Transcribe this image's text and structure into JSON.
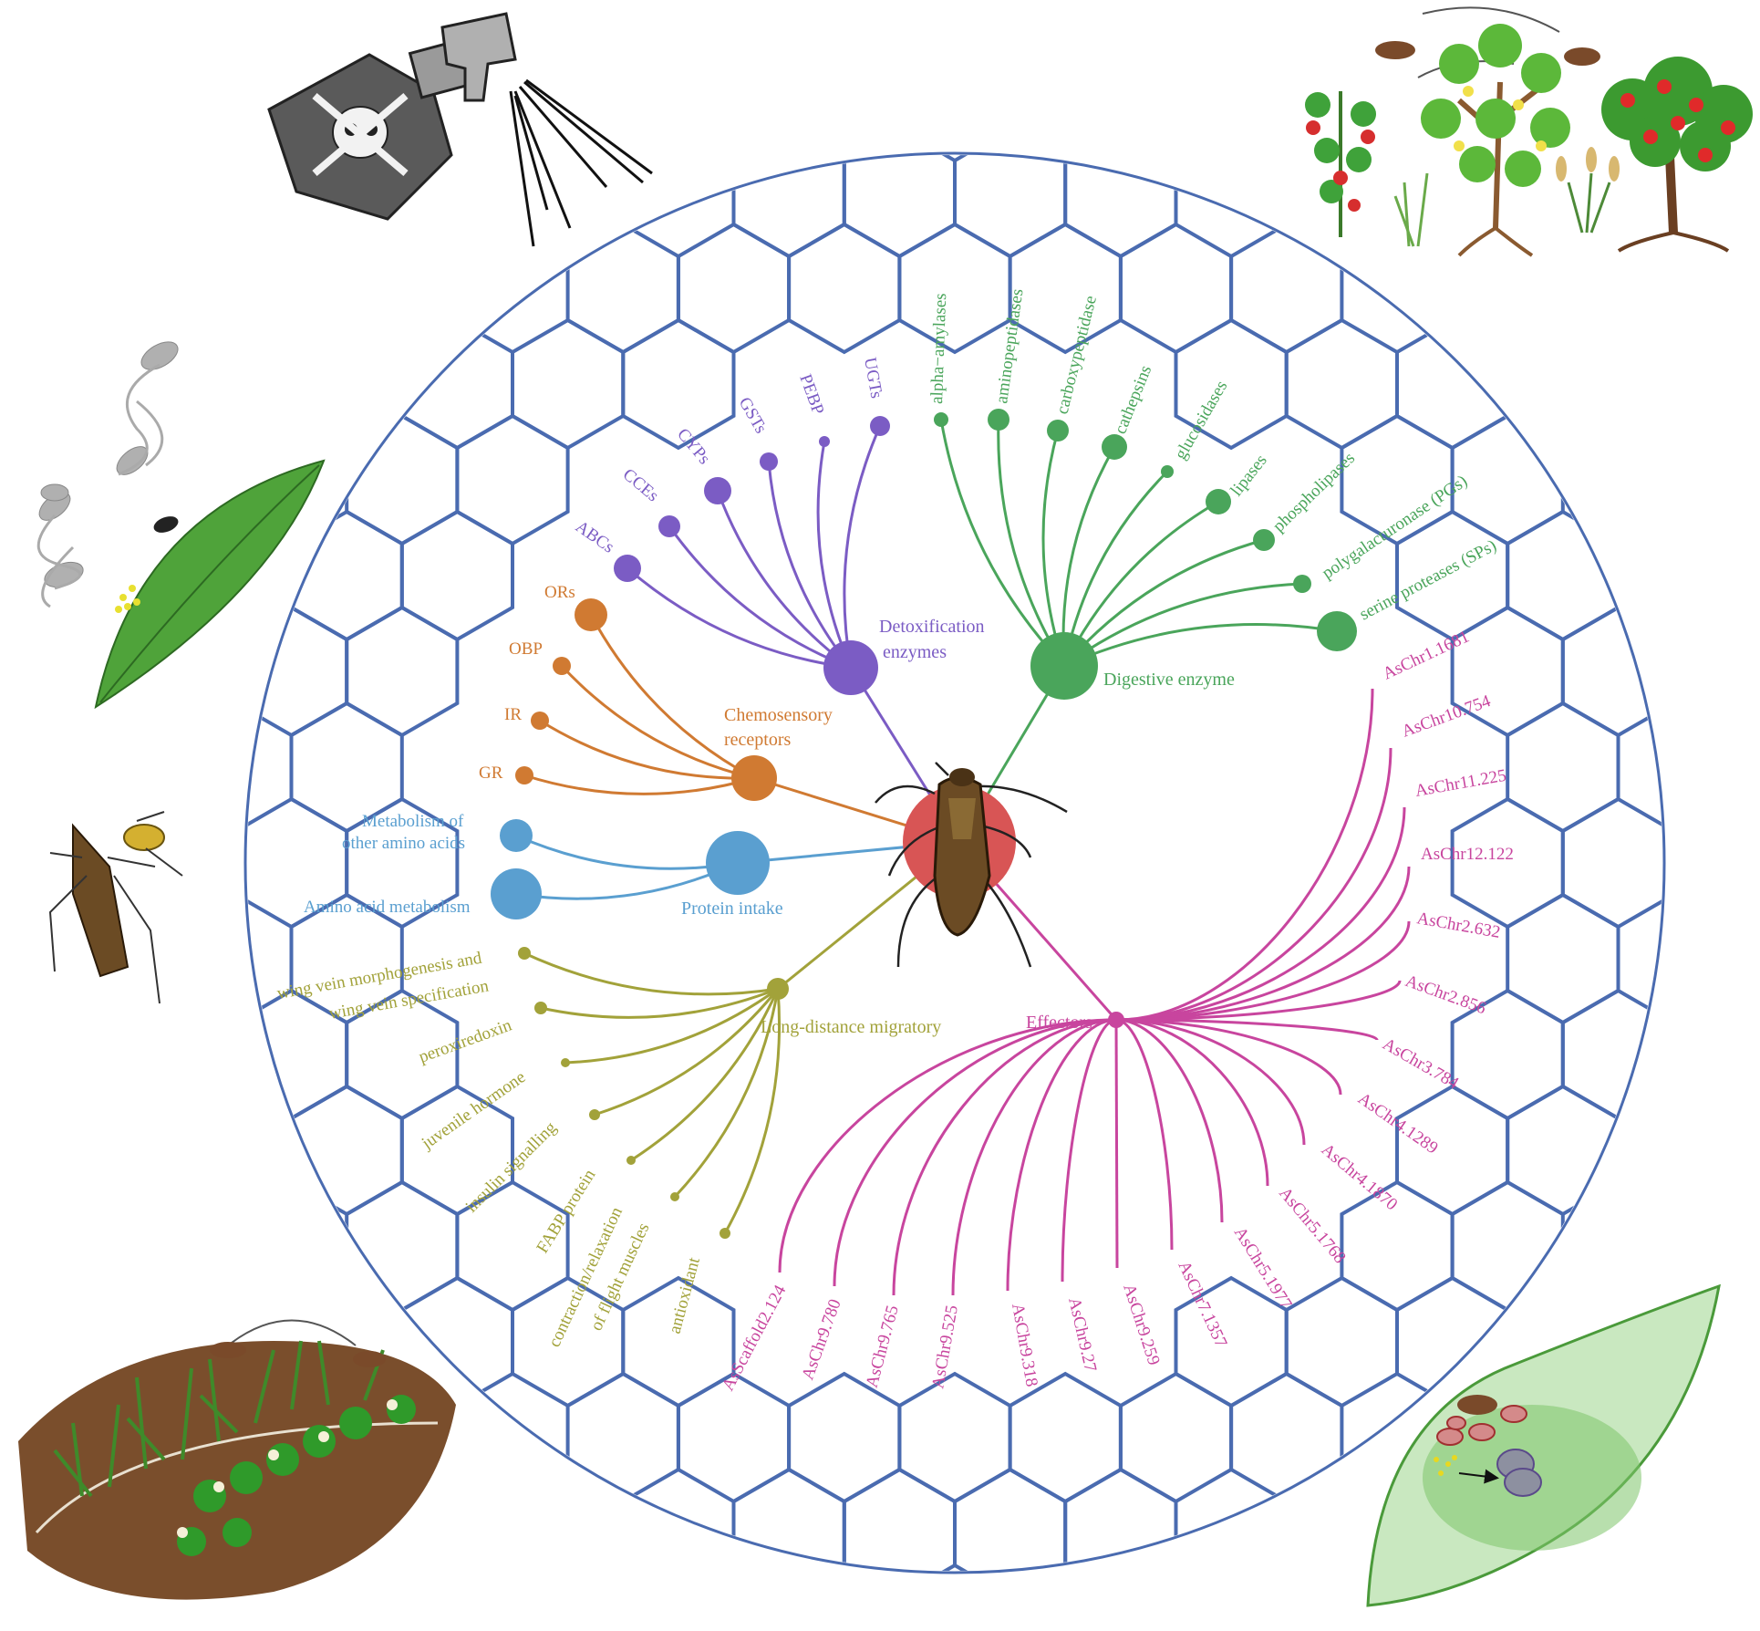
{
  "colors": {
    "ring": "#4a6bb0",
    "detox": "#7b5cc4",
    "digest": "#4aa55b",
    "chemo": "#d07a32",
    "protein": "#5a9fd0",
    "migratory": "#a2a23a",
    "effectors": "#c8459e",
    "center": "#d85555"
  },
  "hubs": {
    "detox": {
      "label_line1": "Detoxification",
      "label_line2": "enzymes"
    },
    "digest": {
      "label": "Digestive enzyme"
    },
    "chemo": {
      "label_line1": "Chemosensory",
      "label_line2": "receptors"
    },
    "protein": {
      "label": "Protein intake"
    },
    "migratory": {
      "label": "Long-distance migratory"
    },
    "effectors": {
      "label": "Effectors"
    }
  },
  "branches": {
    "detox": [
      {
        "label": "ABCs"
      },
      {
        "label": "CCEs"
      },
      {
        "label": "CYPs"
      },
      {
        "label": "GSTs"
      },
      {
        "label": "PEBP"
      },
      {
        "label": "UGTs"
      }
    ],
    "digest": [
      {
        "label": "alpha−amylases"
      },
      {
        "label": "aminopeptidases"
      },
      {
        "label": "carboxypeptidase"
      },
      {
        "label": "cathepsins"
      },
      {
        "label": "glucosidases"
      },
      {
        "label": "lipases"
      },
      {
        "label": "phospholipases"
      },
      {
        "label": "polygalacturonase (PGs)"
      },
      {
        "label": "serine proteases (SPs)"
      }
    ],
    "chemo": [
      {
        "label": "ORs"
      },
      {
        "label": "OBP"
      },
      {
        "label": "IR"
      },
      {
        "label": "GR"
      }
    ],
    "protein": [
      {
        "label_line1": "Metabolism of",
        "label_line2": "other amino acids"
      },
      {
        "label": "Amino acid metabolism"
      }
    ],
    "migratory": [
      {
        "label_line1": "wing vein morphogenesis and",
        "label_line2": "wing vein specification"
      },
      {
        "label": "peroxiredoxin"
      },
      {
        "label": "juvenile hormone"
      },
      {
        "label": "insulin signalling"
      },
      {
        "label": "FABP protein"
      },
      {
        "label_line1": "contraction/relaxation",
        "label_line2": "of flight muscles"
      },
      {
        "label": "antioxidant"
      }
    ],
    "effectors": [
      {
        "label": "AsChr1.1681"
      },
      {
        "label": "AsChr10.754"
      },
      {
        "label": "AsChr11.225"
      },
      {
        "label": "AsChr12.122"
      },
      {
        "label": "AsChr2.632"
      },
      {
        "label": "AsChr2.856"
      },
      {
        "label": "AsChr3.784"
      },
      {
        "label": "AsChr4.1289"
      },
      {
        "label": "AsChr4.1870"
      },
      {
        "label": "AsChr5.1768"
      },
      {
        "label": "AsChr5.1977"
      },
      {
        "label": "AsChr7.1357"
      },
      {
        "label": "AsChr9.259"
      },
      {
        "label": "AsChr9.27"
      },
      {
        "label": "AsChr9.318"
      },
      {
        "label": "AsChr9.525"
      },
      {
        "label": "AsChr9.765"
      },
      {
        "label": "AsChr9.780"
      },
      {
        "label": "AsScaffold2.124"
      }
    ]
  }
}
